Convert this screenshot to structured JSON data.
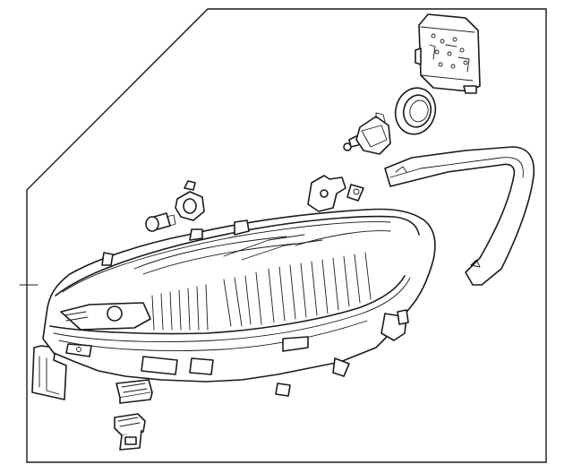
{
  "diagram": {
    "type": "exploded-parts-view",
    "subject": "headlamp-assembly",
    "parts": [
      {
        "id": "headlamp-housing",
        "icon": "headlamp-housing-drawing"
      },
      {
        "id": "led-driver-module",
        "icon": "circuit-module-drawing"
      },
      {
        "id": "bulb-socket-cover",
        "icon": "dust-cap-drawing"
      },
      {
        "id": "headlamp-bulb",
        "icon": "bulb-with-socket-drawing"
      },
      {
        "id": "signal-bulb",
        "icon": "wedge-bulb-drawing"
      },
      {
        "id": "bulb-socket",
        "icon": "twist-socket-drawing"
      },
      {
        "id": "trim-seal-strip",
        "icon": "curved-strip-drawing"
      },
      {
        "id": "connector-block",
        "icon": "connector-drawing"
      },
      {
        "id": "wiring-connector",
        "icon": "plug-drawing"
      }
    ],
    "colors": {
      "line": "#1a1a1a",
      "background": "#ffffff"
    }
  }
}
